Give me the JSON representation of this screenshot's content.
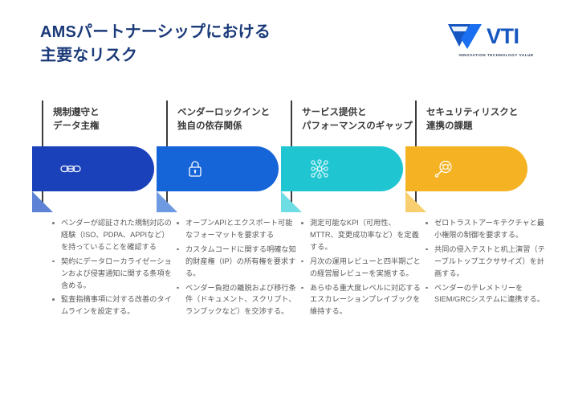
{
  "header": {
    "title": "AMSパートナーシップにおける\n主要なリスク",
    "title_color": "#1b3a7a"
  },
  "logo": {
    "wordmark": "VTI",
    "tagline": "INNOVATION TECHNOLOGY VALUE",
    "mark_color": "#1556c0"
  },
  "columns": [
    {
      "heading": "規制遵守と\nデータ主権",
      "accent_color": "#1b41ba",
      "tail_color": "#5e82d6",
      "icon": "chain-link-icon",
      "bullets": [
        "ベンダーが認証された規制対応の経験（ISO、PDPA、APPIなど）を持っていることを確認する",
        "契約にデータローカライゼーションおよび侵害通知に関する条項を含める。",
        "監査指摘事項に対する改善のタイムラインを設定する。"
      ]
    },
    {
      "heading": "ベンダーロックインと\n独自の依存関係",
      "accent_color": "#1565d8",
      "tail_color": "#6d9ae0",
      "icon": "lock-icon",
      "bullets": [
        "オープンAPIとエクスポート可能なフォーマットを要求する",
        "カスタムコードに関する明確な知的財産権（IP）の所有権を要求する。",
        "ベンダー負担の離脱および移行条件（ドキュメント、スクリプト、ランブックなど）を交渉する。"
      ]
    },
    {
      "heading": "サービス提供と\nパフォーマンスのギャップ",
      "accent_color": "#1fc6d2",
      "tail_color": "#6fdde4",
      "icon": "network-nodes-icon",
      "bullets": [
        "測定可能なKPI（可用性、MTTR、変更成功率など）を定義する。",
        "月次の運用レビューと四半期ごとの経営層レビューを実施する。",
        "あらゆる重大度レベルに対応するエスカレーションプレイブックを維持する。"
      ]
    },
    {
      "heading": "セキュリティリスクと\n連携の課題",
      "accent_color": "#f5b324",
      "tail_color": "#f8ce6e",
      "icon": "magnifier-bug-icon",
      "bullets": [
        "ゼロトラストアーキテクチャと最小権限の制御を要求する。",
        "共同の侵入テストと机上演習（テーブルトップエクササイズ）を計画する。",
        "ベンダーのテレメトリーをSIEM/GRCシステムに連携する。"
      ]
    }
  ]
}
